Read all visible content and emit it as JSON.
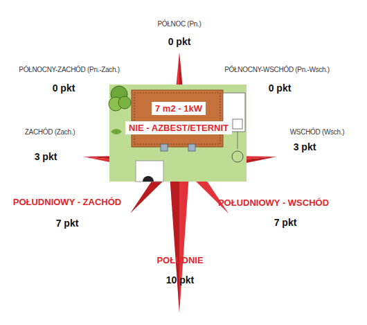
{
  "diagram": {
    "nodes": [
      {
        "text": [
          "7 m2 - 1kW"
        ]
      },
      {
        "text": [
          "NIE - AZBEST/ETERNIT"
        ]
      }
    ],
    "labels": [
      "PÓŁNOC (Pn.)",
      "0 pkt",
      "PÓŁNOCNY-ZACHÓD (Pn.-Zach.)",
      "0 pkt",
      "PÓŁNOCNY-WSCHÓD (Pn.-Wsch.)",
      "0 pkt",
      "ZACHÓD (Zach.)",
      "3 pkt",
      "WSCHÓD (Wsch.)",
      "3 pkt",
      "POŁUDNIOWY - ZACHÓD",
      "7 pkt",
      "POŁUDNIOWY - WSCHÓD",
      "7 pkt",
      "POŁUDNIE",
      "10 pkt"
    ]
  }
}
